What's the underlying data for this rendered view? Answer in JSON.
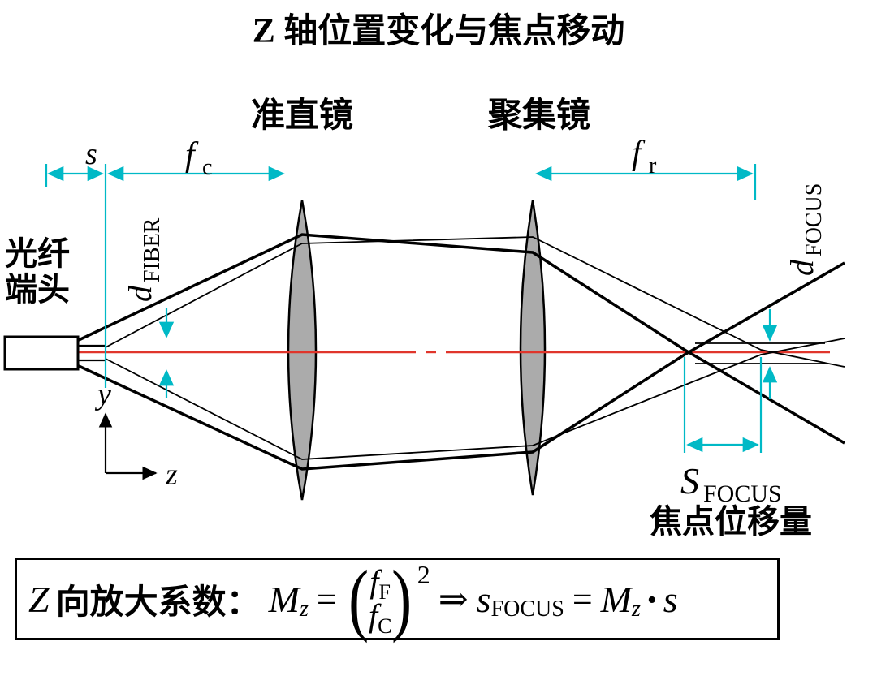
{
  "title": "Z 轴位置变化与焦点移动",
  "labels": {
    "collimating_lens": "准直镜",
    "focusing_lens": "聚集镜",
    "fiber_line1": "光纤",
    "fiber_line2": "端头",
    "s_gap": "s",
    "fc_main": "f",
    "fc_sub": "c",
    "fr_main": "f",
    "fr_sub": "r",
    "dfiber_main": "d",
    "dfiber_sub": "FIBER",
    "dfocus_main": "d",
    "dfocus_sub": "FOCUS",
    "sfocus_main": "S",
    "sfocus_sub": "FOCUS",
    "focus_shift_caption": "焦点位移量",
    "y_axis": "y",
    "z_axis": "z"
  },
  "formula": {
    "z_var": "Z",
    "label": "向放大系数：",
    "M": "M",
    "M_sub": "z",
    "eq1": "=",
    "paren_open": "(",
    "f_top": "f",
    "f_top_sub": "F",
    "f_bottom": "f",
    "f_bottom_sub": "C",
    "paren_close": ")",
    "exponent": "2",
    "implies": "⇒",
    "s_var": "s",
    "s_sub": "FOCUS",
    "eq2": "=",
    "M2": "M",
    "M2_sub": "z",
    "dot": "•",
    "s2": "s"
  },
  "colors": {
    "dimension_cyan": "#00b9c6",
    "optical_axis_red": "#e0352b",
    "lens_gray": "#ababab",
    "ink": "#000000"
  }
}
